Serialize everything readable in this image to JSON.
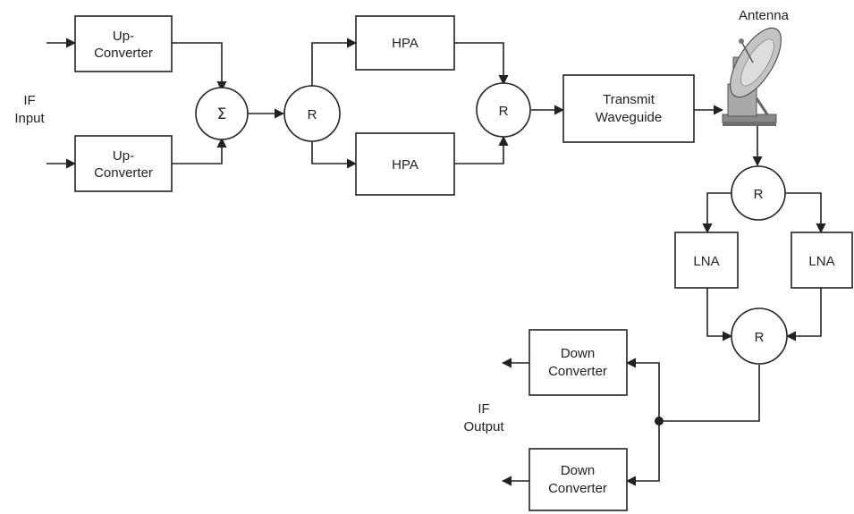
{
  "diagram": {
    "if_input": {
      "line1": "IF",
      "line2": "Input"
    },
    "if_output": {
      "line1": "IF",
      "line2": "Output"
    },
    "antenna_label": "Antenna",
    "up_converter_top": {
      "line1": "Up-",
      "line2": "Converter"
    },
    "up_converter_bottom": {
      "line1": "Up-",
      "line2": "Converter"
    },
    "summer_symbol": "Σ",
    "hpa_top": "HPA",
    "hpa_bottom": "HPA",
    "redundancy_switch_label": "R",
    "transmit_waveguide": {
      "line1": "Transmit",
      "line2": "Waveguide"
    },
    "lna_left": "LNA",
    "lna_right": "LNA",
    "down_converter_top": {
      "line1": "Down",
      "line2": "Converter"
    },
    "down_converter_bottom": {
      "line1": "Down",
      "line2": "Converter"
    }
  },
  "colors": {
    "line": "#222222",
    "background": "#ffffff",
    "antenna_dish": "#b8b8b8",
    "antenna_body": "#8a8a8a"
  },
  "icons": {
    "antenna": "satellite-dish-icon"
  }
}
